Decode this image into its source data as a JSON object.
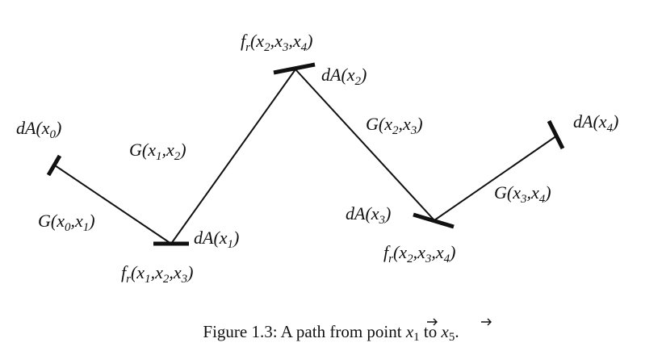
{
  "diagram": {
    "labels": {
      "da_x0": [
        "dA(x",
        "0",
        ")"
      ],
      "g_x0_x1": [
        "G(x",
        "0",
        ",x",
        "1",
        ")"
      ],
      "fr_x1_x2_x3": [
        "f",
        "r",
        "(x",
        "1",
        ",x",
        "2",
        ",x",
        "3",
        ")"
      ],
      "da_x1": [
        "dA(x",
        "1",
        ")"
      ],
      "g_x1_x2": [
        "G(x",
        "1",
        ",x",
        "2",
        ")"
      ],
      "fr_x2_x3_x4_top": [
        "f",
        "r",
        "(x",
        "2",
        ",x",
        "3",
        ",x",
        "4",
        ")"
      ],
      "da_x2": [
        "dA(x",
        "2",
        ")"
      ],
      "g_x2_x3": [
        "G(x",
        "2",
        ",x",
        "3",
        ")"
      ],
      "da_x3": [
        "dA(x",
        "3",
        ")"
      ],
      "fr_x2_x3_x4_bottom": [
        "f",
        "r",
        "(x",
        "2",
        ",x",
        "3",
        ",x",
        "4",
        ")"
      ],
      "g_x3_x4": [
        "G(x",
        "3",
        ",x",
        "4",
        ")"
      ],
      "da_x4": [
        "dA(x",
        "4",
        ")"
      ]
    }
  },
  "caption": {
    "prefix": "Figure 1.3: A path from point ",
    "point_start": "x",
    "start_index": "1",
    "middle": " to ",
    "point_end": "x",
    "end_index": "5",
    "suffix": "."
  }
}
